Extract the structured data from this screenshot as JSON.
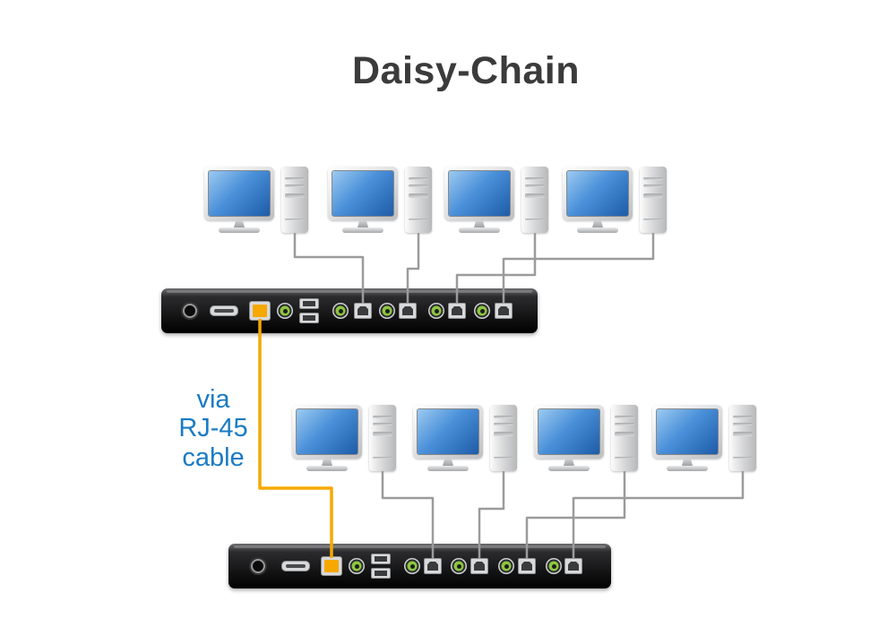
{
  "title": "Daisy-Chain",
  "cable_label": [
    "via",
    "RJ-45",
    "cable"
  ],
  "colors": {
    "title_text": "#3b3b3c",
    "label_blue": "#1a7bc4",
    "cable_orange": "#f6a800",
    "connector_gray": "#9b9b9b",
    "monitor_blue": "#4a90d9",
    "switch_body": "#141415",
    "audio_jack_green": "#8dc63f"
  },
  "diagram": {
    "groups": [
      {
        "name": "top-group",
        "computers": 4,
        "switch_ports": [
          "dc-power",
          "flat-console-port",
          "rj45-daisy-chain",
          "audio-jack",
          "usb-hub-x2",
          "audio-jack",
          "usb-b",
          "audio-jack",
          "usb-b",
          "audio-jack",
          "usb-b",
          "audio-jack",
          "usb-b"
        ]
      },
      {
        "name": "bottom-group",
        "computers": 4,
        "switch_ports": [
          "dc-power",
          "flat-console-port",
          "rj45-daisy-chain",
          "audio-jack",
          "usb-hub-x2",
          "audio-jack",
          "usb-b",
          "audio-jack",
          "usb-b",
          "audio-jack",
          "usb-b",
          "audio-jack",
          "usb-b"
        ]
      }
    ],
    "connection": "Orange RJ-45 cable daisy-chains switch 1 to switch 2"
  }
}
